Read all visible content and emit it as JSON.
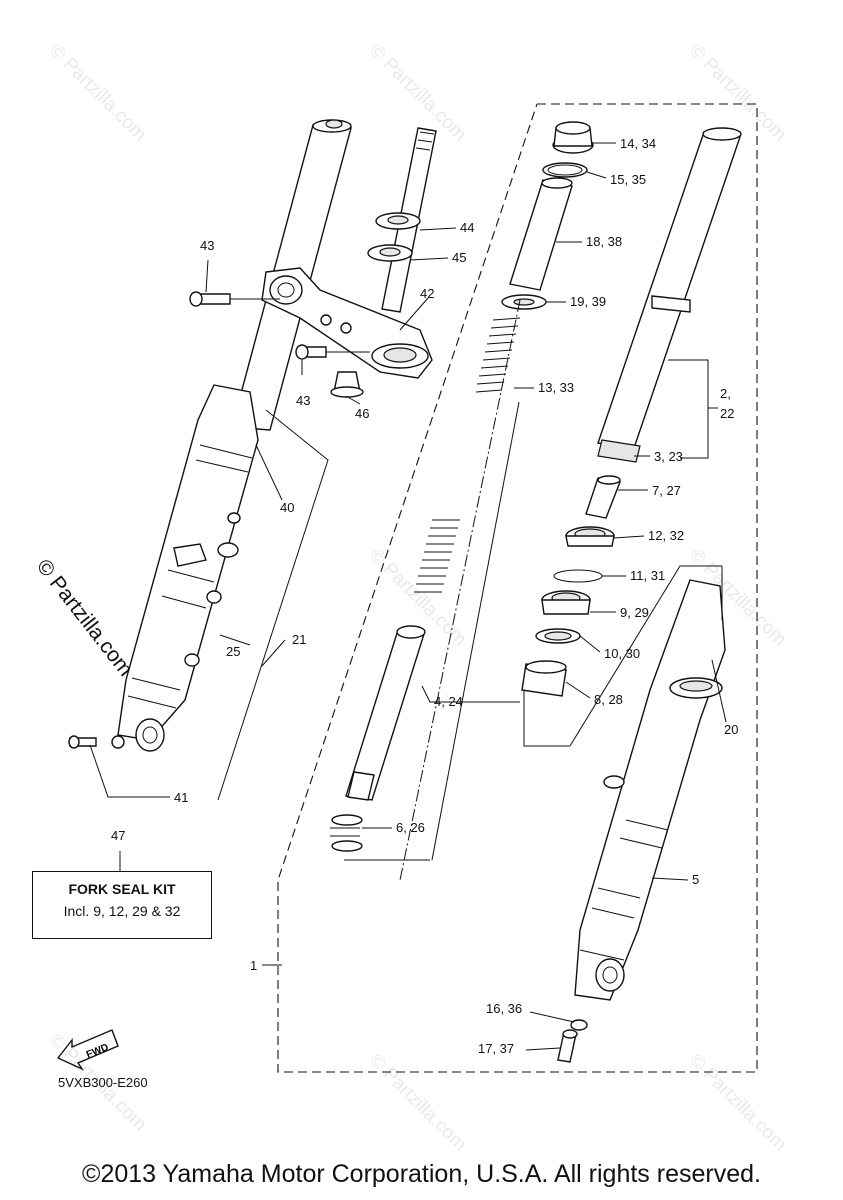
{
  "callouts": {
    "c43a": "43",
    "c43b": "43",
    "c44": "44",
    "c45": "45",
    "c42": "42",
    "c46": "46",
    "c40": "40",
    "c21": "21",
    "c25": "25",
    "c41": "41",
    "c47": "47",
    "c14": "14, 34",
    "c15": "15, 35",
    "c18": "18, 38",
    "c19": "19, 39",
    "c13": "13, 33",
    "c2a": "2,",
    "c2b": "22",
    "c3": "3, 23",
    "c7": "7, 27",
    "c12": "12, 32",
    "c11": "11, 31",
    "c9": "9, 29",
    "c10": "10, 30",
    "c8": "8, 28",
    "c20": "20",
    "c4": "4, 24",
    "c6": "6, 26",
    "c5": "5",
    "c1": "1",
    "c16": "16, 36",
    "c17": "17, 37"
  },
  "kit": {
    "title": "FORK SEAL KIT",
    "includes": "Incl. 9, 12, 29 & 32"
  },
  "fwd_label": "FWD",
  "diagram_code": "5VXB300-E260",
  "copyright": "©2013 Yamaha Motor Corporation, U.S.A. All rights reserved.",
  "watermark": "© Partzilla.com"
}
